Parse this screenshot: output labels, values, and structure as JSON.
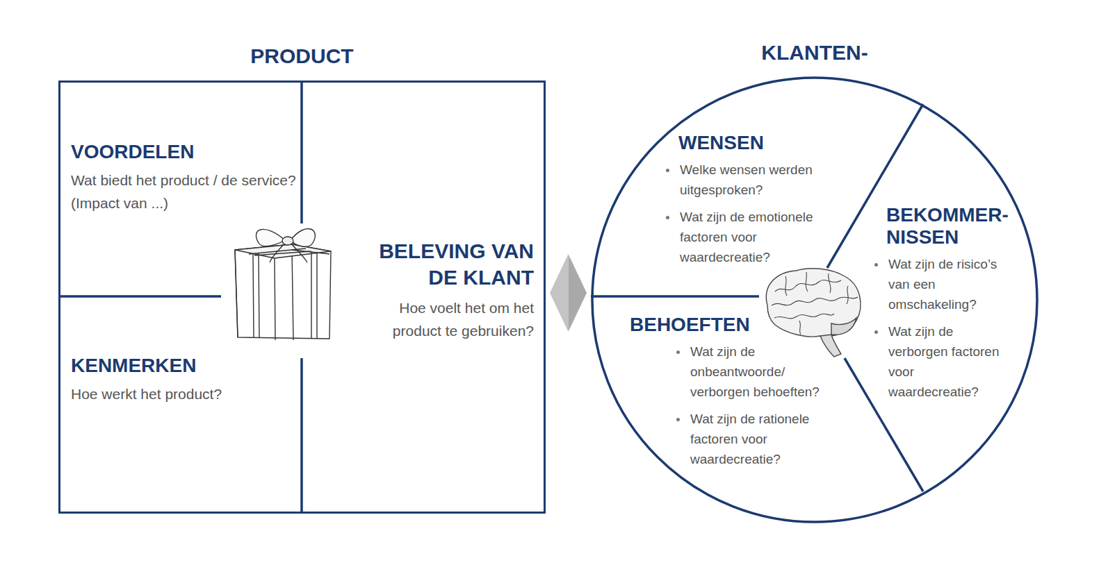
{
  "diagram": {
    "nodes": [
      {
        "text": [
          "PRODUCT"
        ]
      },
      {
        "text": [
          "VOORDELEN",
          "Wat biedt het product / de service?(Impact van ...)"
        ],
        "in": 0
      },
      {
        "text": [
          "KENMERKEN",
          "Hoe werkt het product?"
        ],
        "in": 0
      },
      {
        "text": [
          "BELEVING VAN DE KLANT",
          "Hoe voelt het om het product te gebruiken?"
        ],
        "in": 0
      },
      {
        "text": [
          "KLANTEN-"
        ]
      },
      {
        "text": [
          "WENSEN",
          "Welke wensen werden uitgesproken?",
          "Wat zijn de emotionele factoren voor waardecreatie?"
        ],
        "in": 4
      },
      {
        "text": [
          "BEKOMMER- NISSEN",
          "Wat zijn de risico’s van een omschakeling?",
          "Wat zijn de verborgen factoren voor waardecreatie?"
        ],
        "in": 4
      },
      {
        "text": [
          "BEHOEFTEN",
          "Wat zijn de onbeantwoorde/ verborgen behoeften?",
          "Wat zijn de rationele factoren voor waardecreatie?"
        ],
        "in": 4
      }
    ],
    "edges": [
      {
        "from": 0,
        "to": 4,
        "arrow": "both"
      }
    ]
  }
}
